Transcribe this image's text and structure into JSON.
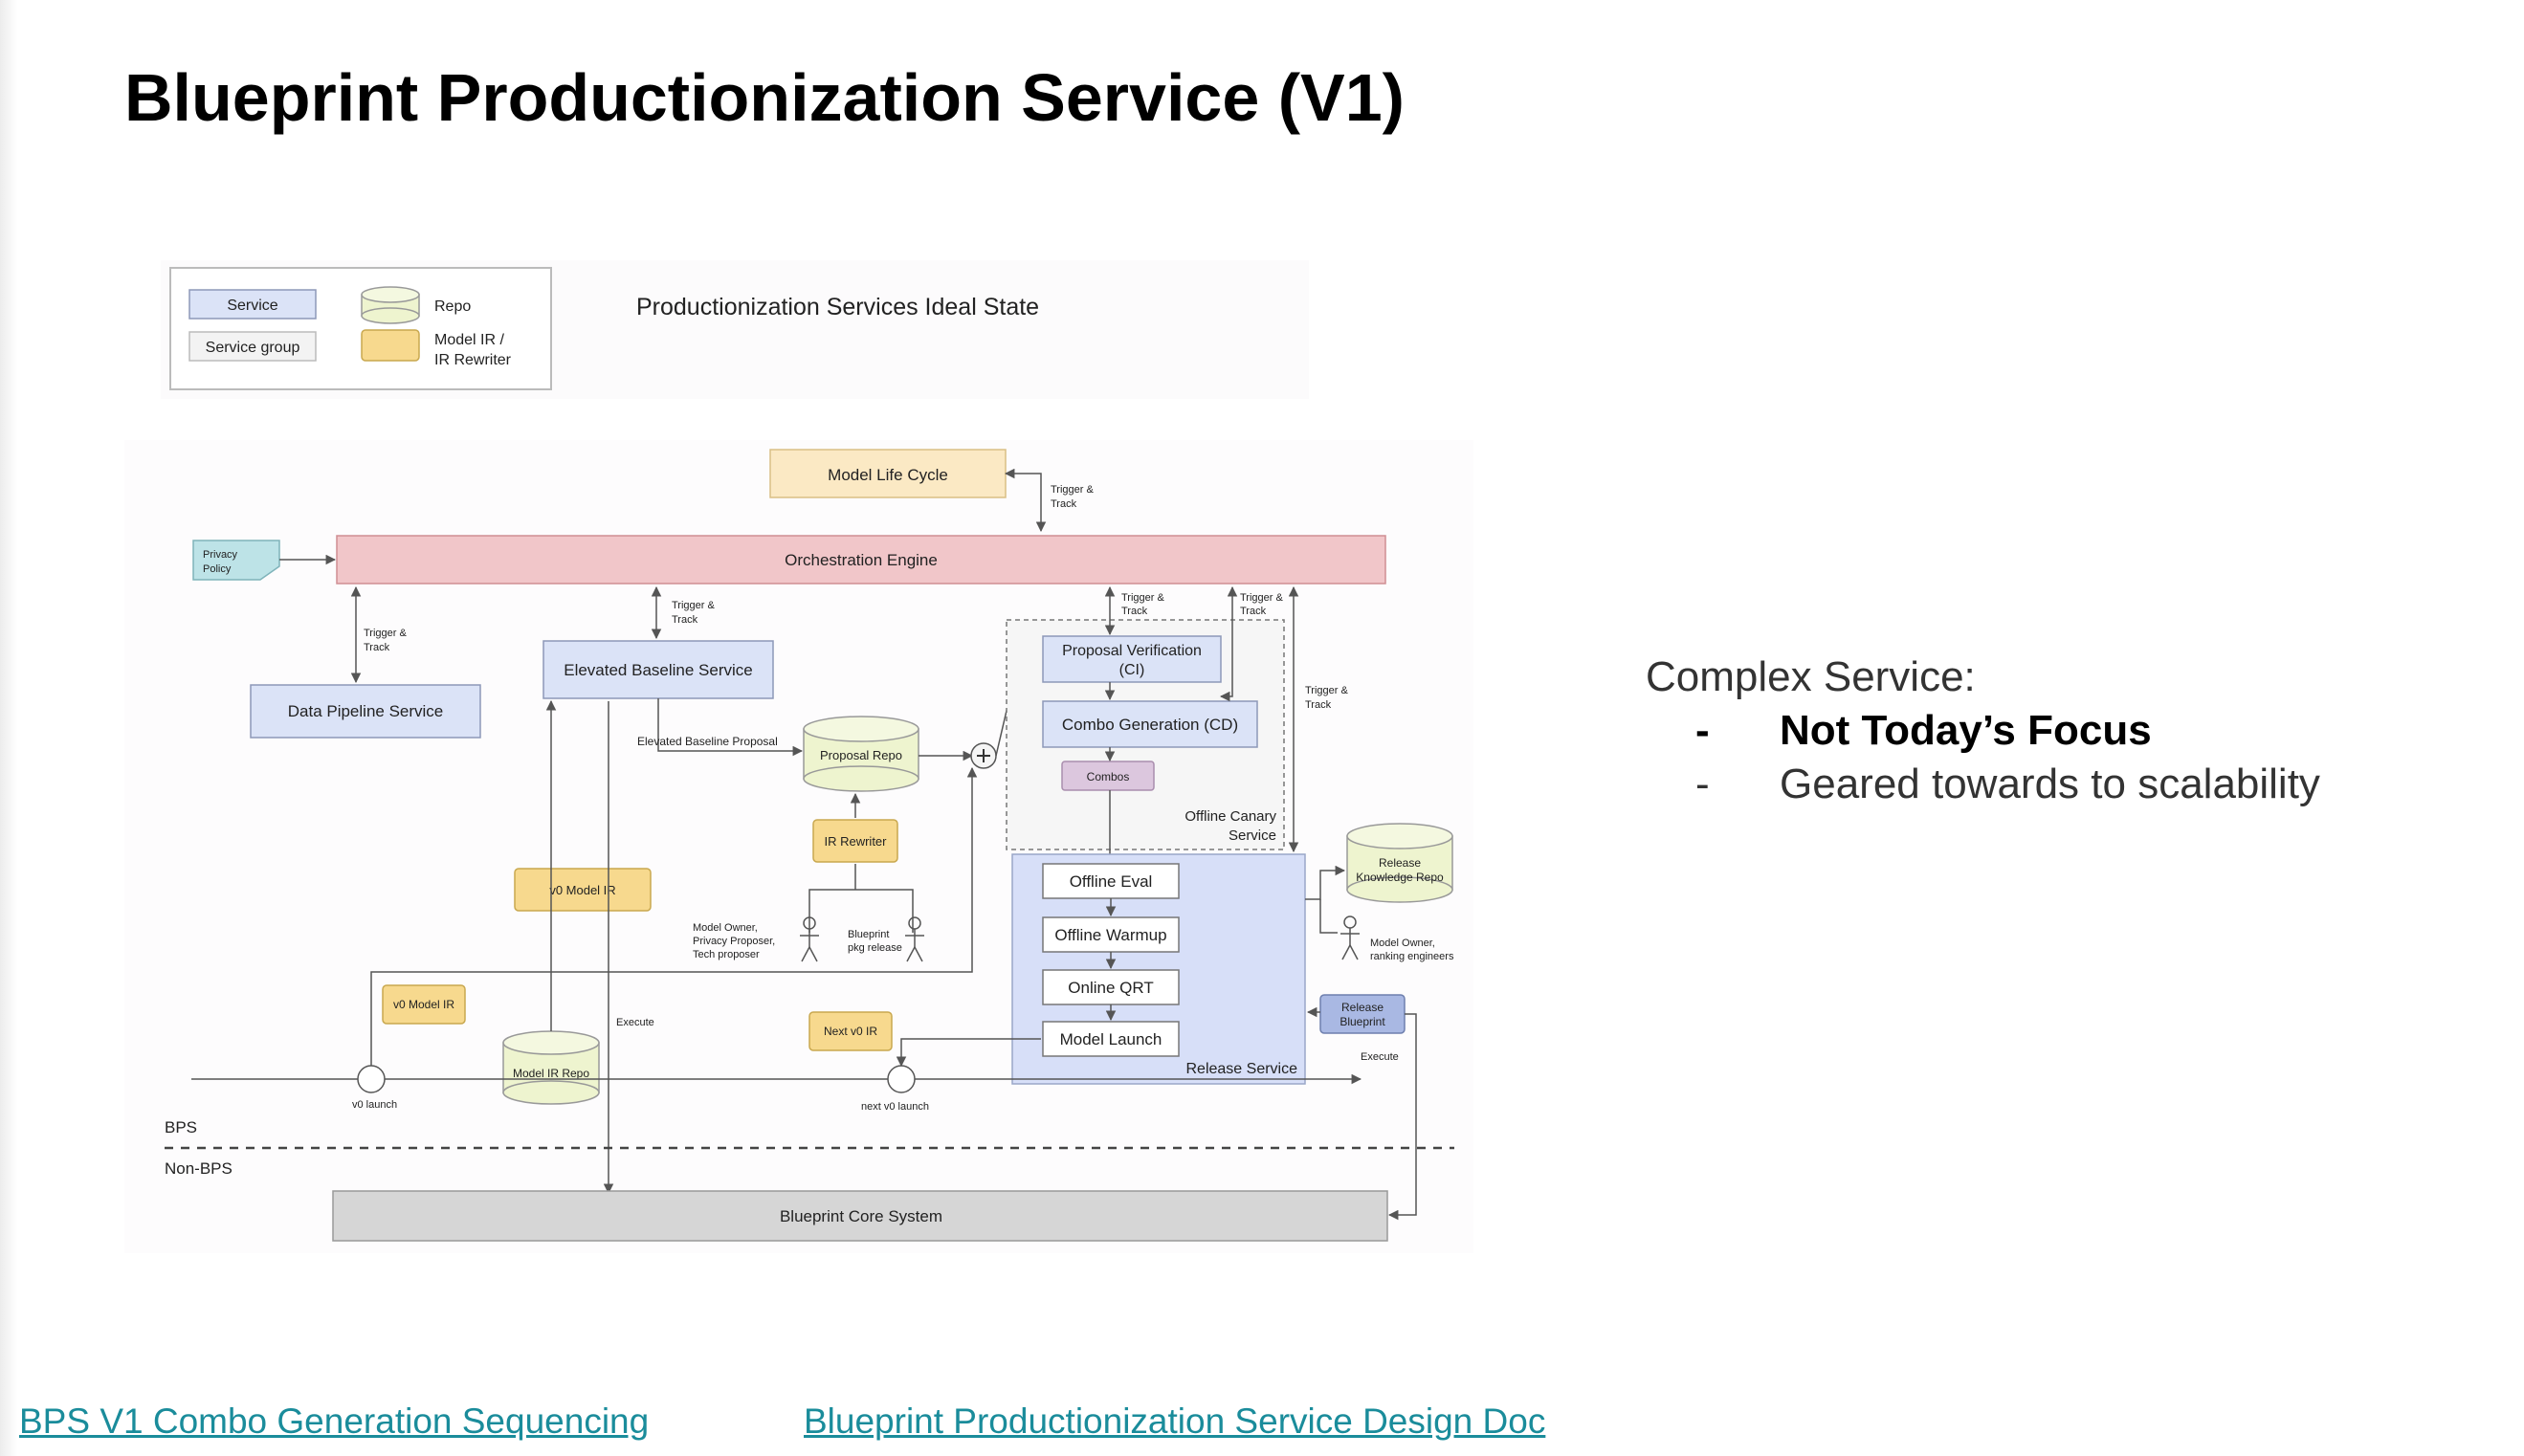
{
  "slide": {
    "title": "Blueprint Productionization Service (V1)"
  },
  "diagram": {
    "heading": "Productionization Services Ideal State",
    "legend": {
      "service": "Service",
      "service_group": "Service group",
      "repo": "Repo",
      "model_ir_line1": "Model IR /",
      "model_ir_line2": "IR Rewriter"
    },
    "nodes": {
      "model_life_cycle": "Model Life Cycle",
      "orchestration_engine": "Orchestration Engine",
      "privacy_policy_line1": "Privacy",
      "privacy_policy_line2": "Policy",
      "data_pipeline_service": "Data Pipeline Service",
      "elevated_baseline_service": "Elevated Baseline Service",
      "proposal_verification_line1": "Proposal Verification",
      "proposal_verification_line2": "(CI)",
      "combo_generation": "Combo Generation (CD)",
      "combos": "Combos",
      "offline_canary_line1": "Offline Canary",
      "offline_canary_line2": "Service",
      "proposal_repo": "Proposal Repo",
      "ir_rewriter": "IR Rewriter",
      "v0_model_ir_1": "v0 Model IR",
      "v0_model_ir_2": "v0 Model IR",
      "model_ir_repo": "Model IR Repo",
      "next_v0_ir": "Next v0 IR",
      "offline_eval": "Offline Eval",
      "offline_warmup": "Offline Warmup",
      "online_qrt": "Online QRT",
      "model_launch": "Model Launch",
      "release_service": "Release Service",
      "release_knowledge_repo_line1": "Release",
      "release_knowledge_repo_line2": "Knowledge Repo",
      "release_blueprint_line1": "Release",
      "release_blueprint_line2": "Blueprint",
      "blueprint_core_system": "Blueprint Core System"
    },
    "actors": {
      "model_owner_line1": "Model Owner,",
      "model_owner_line2": "Privacy Proposer,",
      "model_owner_line3": "Tech proposer",
      "blueprint_pkg_line1": "Blueprint",
      "blueprint_pkg_line2": "pkg release",
      "ranking_line1": "Model Owner,",
      "ranking_line2": "ranking engineers"
    },
    "edge_labels": {
      "trigger": "Trigger &",
      "track": "Track",
      "elevated_baseline_proposal": "Elevated Baseline Proposal",
      "execute": "Execute",
      "v0_launch": "v0 launch",
      "next_v0_launch": "next v0 launch",
      "bps": "BPS",
      "non_bps": "Non-BPS"
    },
    "colors": {
      "service": "#dbe3f7",
      "service_border": "#8d98b8",
      "orchestration": "#f1c6c9",
      "repo": "#eef4cf",
      "model_ir": "#f7d98e",
      "lifecycle": "#fbe9c4",
      "core": "#d6d6d6",
      "combos": "#dcc7de",
      "privacy": "#bde3e7",
      "release_group": "#d7dff8"
    }
  },
  "side_notes": {
    "heading": "Complex Service:",
    "items": [
      {
        "dash": "-",
        "text": "Not Today’s Focus"
      },
      {
        "dash": "-",
        "text": "Geared towards to scalability"
      }
    ]
  },
  "links": {
    "combo_sequencing": "BPS V1 Combo Generation Sequencing",
    "design_doc": "Blueprint Productionization Service Design Doc"
  }
}
